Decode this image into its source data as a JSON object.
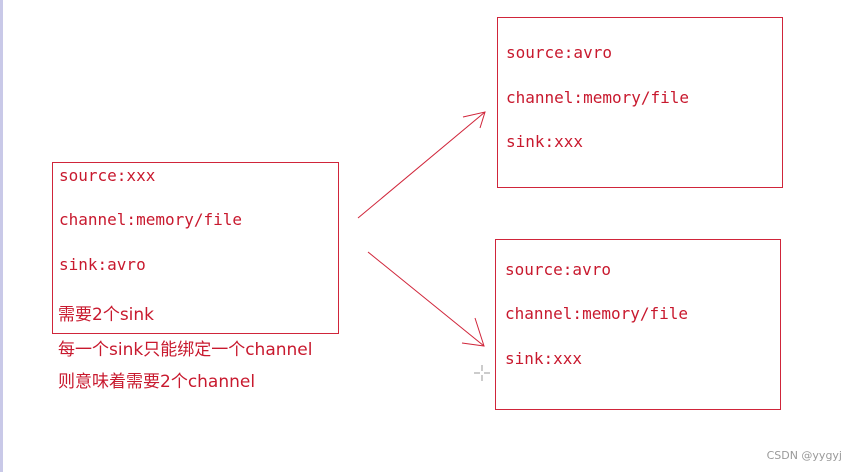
{
  "left_box": {
    "source": "source:xxx",
    "channel": "channel:memory/file",
    "sink": "sink:avro",
    "note": "需要2个sink"
  },
  "notes_below": [
    "每一个sink只能绑定一个channel",
    "则意味着需要2个channel"
  ],
  "right_top_box": {
    "source": "source:avro",
    "channel": "channel:memory/file",
    "sink": "sink:xxx"
  },
  "right_bottom_box": {
    "source": "source:avro",
    "channel": "channel:memory/file",
    "sink": "sink:xxx"
  },
  "watermark": "CSDN @yygyj",
  "colors": {
    "accent": "#c8192e",
    "border": "#d0253a"
  }
}
